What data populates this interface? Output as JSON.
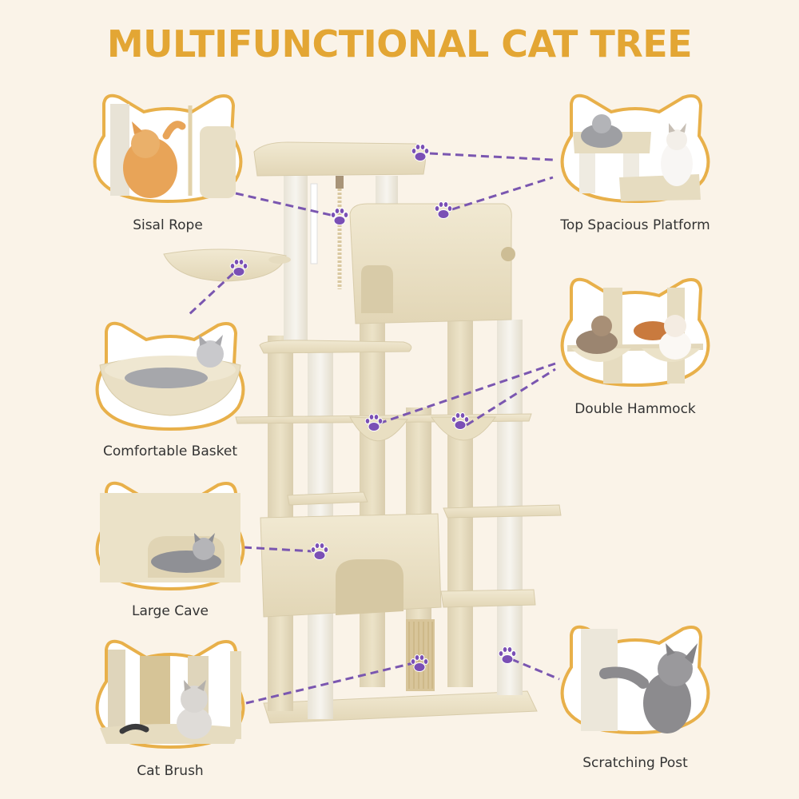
{
  "title": "MULTIFUNCTIONAL CAT TREE",
  "colors": {
    "background": "#faf3e8",
    "title": "#e3a634",
    "frame_border": "#e8b04a",
    "connector": "#7a56b0",
    "paw": "#7a4fb5",
    "tree_plush": "#ece3c8",
    "sisal": "#f2efe6",
    "label_text": "#333333"
  },
  "features": [
    {
      "id": "sisal-rope",
      "label": "Sisal Rope",
      "side": "left",
      "icon": "cat-reaching-rope"
    },
    {
      "id": "top-spacious-platform",
      "label": "Top Spacious Platform",
      "side": "right",
      "icon": "cats-on-platform"
    },
    {
      "id": "comfortable-basket",
      "label": "Comfortable Basket",
      "side": "left",
      "icon": "cat-in-basket"
    },
    {
      "id": "double-hammock",
      "label": "Double Hammock",
      "side": "right",
      "icon": "cats-in-hammock"
    },
    {
      "id": "large-cave",
      "label": "Large Cave",
      "side": "left",
      "icon": "cat-in-cave"
    },
    {
      "id": "cat-brush",
      "label": "Cat Brush",
      "side": "left",
      "icon": "cat-by-brush"
    },
    {
      "id": "scratching-post",
      "label": "Scratching Post",
      "side": "right",
      "icon": "cat-scratching-post"
    }
  ],
  "paw_markers": 9
}
